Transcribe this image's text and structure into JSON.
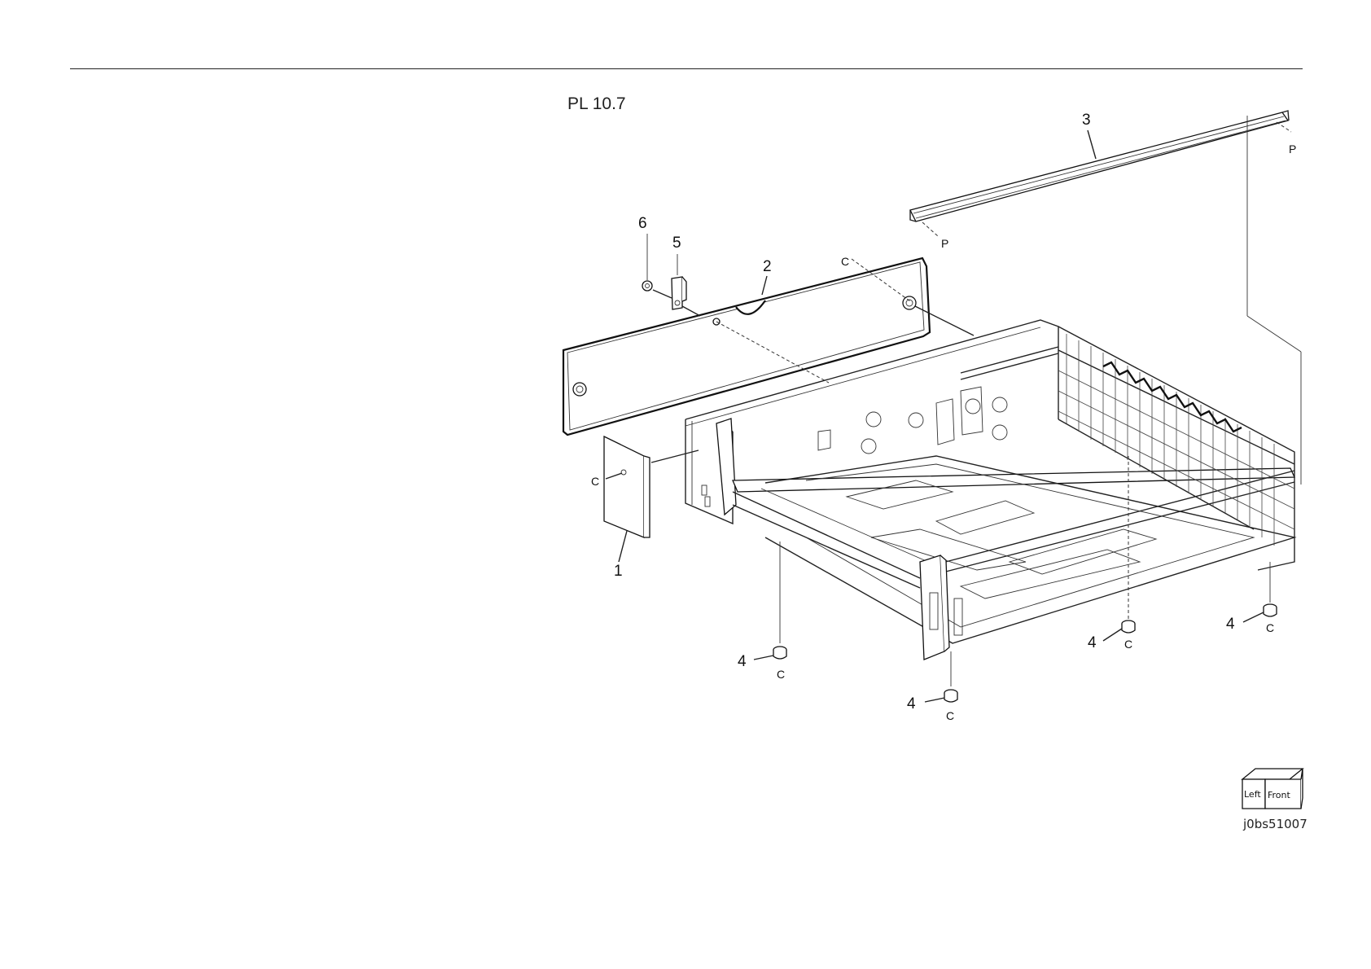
{
  "page": {
    "title": "PL 10.7",
    "figure_id": "j0bs51007"
  },
  "callouts": {
    "c1": "1",
    "c2": "2",
    "c3": "3",
    "c4a": "4",
    "c4b": "4",
    "c4c": "4",
    "c4d": "4",
    "c5": "5",
    "c6": "6"
  },
  "refs": {
    "c_panel": "C",
    "c_plate": "C",
    "c_foot_a": "C",
    "c_foot_b": "C",
    "c_foot_c": "C",
    "c_foot_d": "C",
    "p_left": "P",
    "p_right": "P"
  },
  "orientation_cube": {
    "left_label": "Left",
    "front_label": "Front",
    "icon": "orientation-cube-icon"
  }
}
